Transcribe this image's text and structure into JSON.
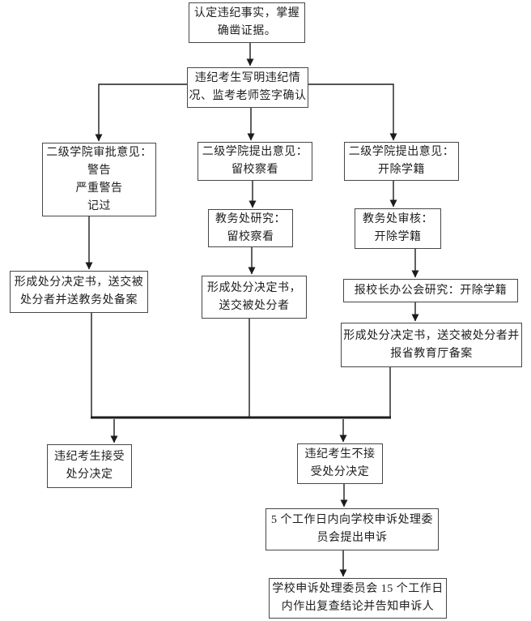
{
  "page": {
    "background_color": "#ffffff",
    "line_color": "#1c1c1c",
    "box_border_color": "#474747",
    "text_color": "#1d1d1d"
  },
  "flowchart": {
    "nodes": {
      "step1": {
        "lines": [
          "认定违纪事实，掌握",
          "确凿证据。"
        ]
      },
      "step2": {
        "lines": [
          "违纪考生写明违纪情",
          "况、监考老师签字确认"
        ]
      },
      "college_approval": {
        "lines": [
          "二级学院审批意见：",
          "警告",
          "严重警告",
          "记过"
        ]
      },
      "college_probation": {
        "lines": [
          "二级学院提出意见：",
          "留校察看"
        ]
      },
      "college_expel": {
        "lines": [
          "二级学院提出意见：",
          "开除学籍"
        ]
      },
      "jwc_research": {
        "lines": [
          "教务处研究：",
          "留校察看"
        ]
      },
      "jwc_review": {
        "lines": [
          "教务处审核：",
          "开除学籍"
        ]
      },
      "decision_left": {
        "lines": [
          "形成处分决定书，送交被",
          "处分者并送教务处备案"
        ]
      },
      "decision_mid": {
        "lines": [
          "形成处分决定书，",
          "送交被处分者"
        ]
      },
      "president_meeting": {
        "lines": [
          "报校长办公会研究：开除学籍"
        ]
      },
      "decision_right": {
        "lines": [
          "形成处分决定书，送交被处分者并",
          "报省教育厅备案"
        ]
      },
      "accept": {
        "lines": [
          "违纪考生接受",
          "处分决定"
        ]
      },
      "reject": {
        "lines": [
          "违纪考生不接",
          "受处分决定"
        ]
      },
      "appeal": {
        "lines": [
          "5 个工作日内向学校申诉处理委",
          "员会提出申诉"
        ]
      },
      "review_result": {
        "lines": [
          "学校申诉处理委员会 15 个工作日",
          "内作出复查结论并告知申诉人"
        ]
      }
    }
  }
}
